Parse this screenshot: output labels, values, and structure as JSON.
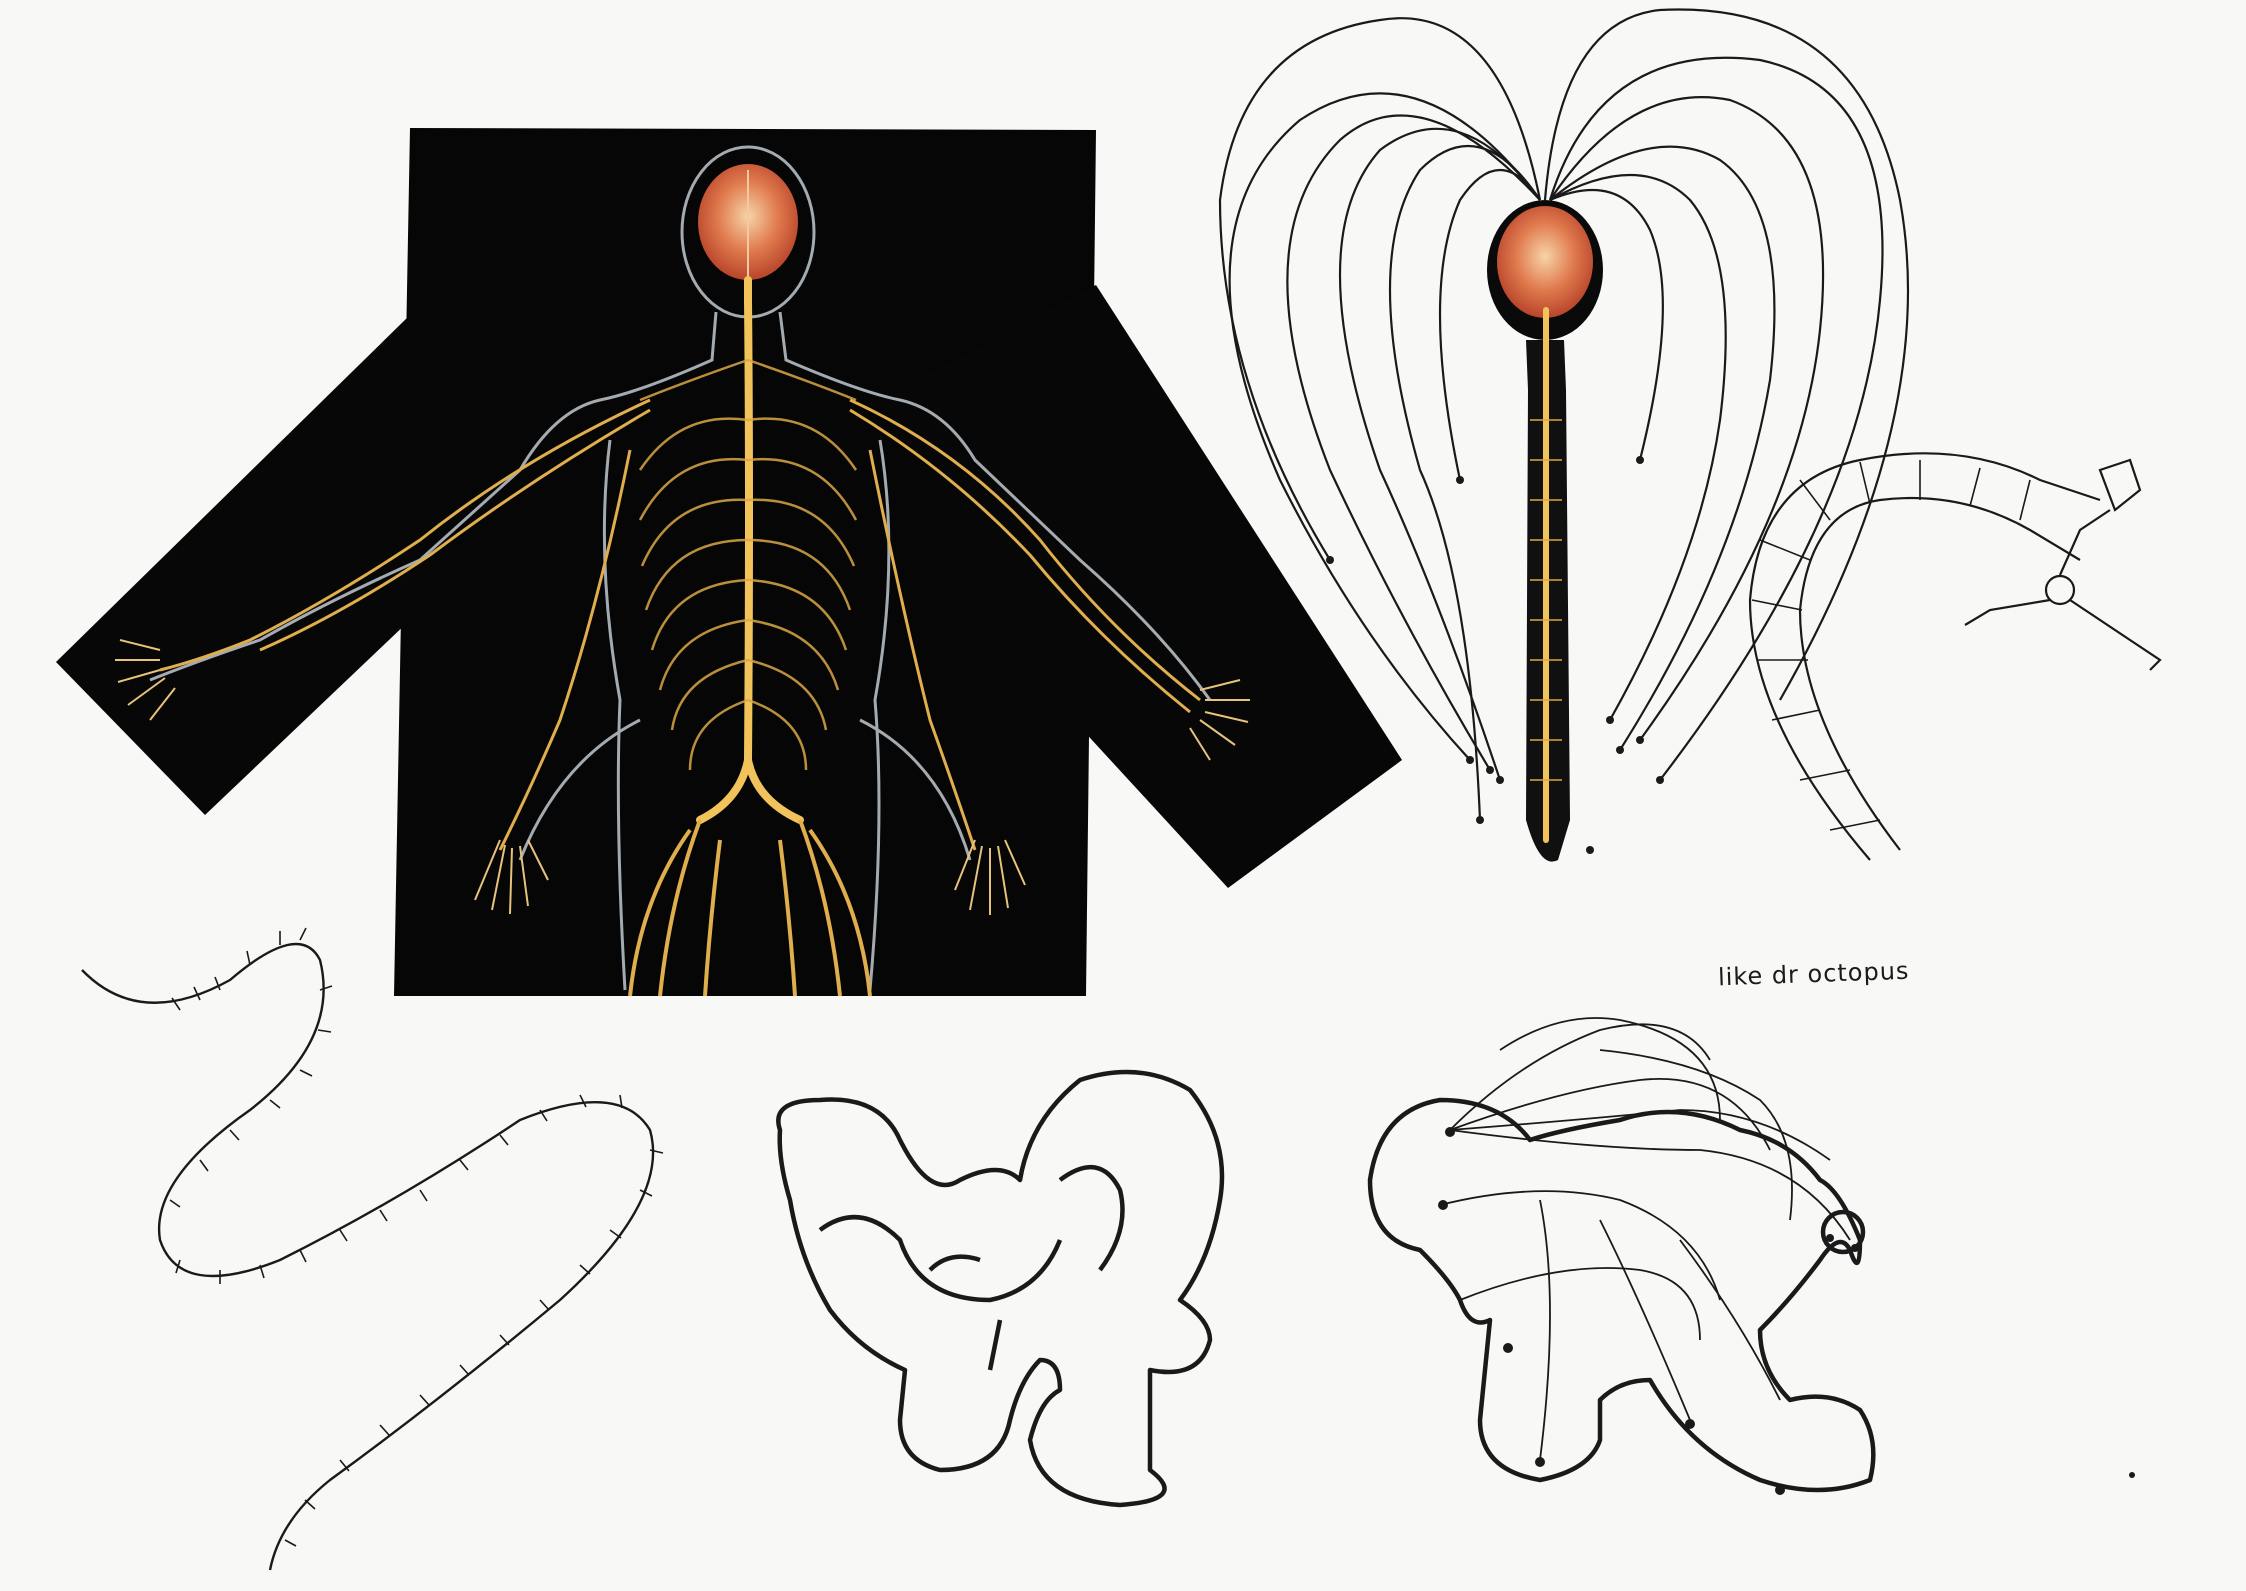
{
  "page": {
    "background": "#f8f8f6"
  },
  "collage": {
    "background": "#060606",
    "nerve_color": "#e6b24a",
    "brain_color": "#d9603a",
    "outline_color": "#cfd6dc",
    "image_content": "human-nervous-system-photo"
  },
  "sketches": {
    "ink_color": "#1a1a1a",
    "items": [
      {
        "id": "head-with-tendrils",
        "image_content": "brain-and-spine-with-radiating-nerve-tendrils"
      },
      {
        "id": "segmented-arc",
        "image_content": "curved-segmented-tube-with-hand-like-tip"
      },
      {
        "id": "thorny-vine",
        "image_content": "barbed-wavy-line"
      },
      {
        "id": "tube-knot-plain",
        "image_content": "looping-tube-sculpture-outline"
      },
      {
        "id": "tube-knot-nerves",
        "image_content": "looping-tube-sculpture-with-nerve-lines"
      }
    ]
  },
  "note": {
    "text": "like dr octopus"
  }
}
